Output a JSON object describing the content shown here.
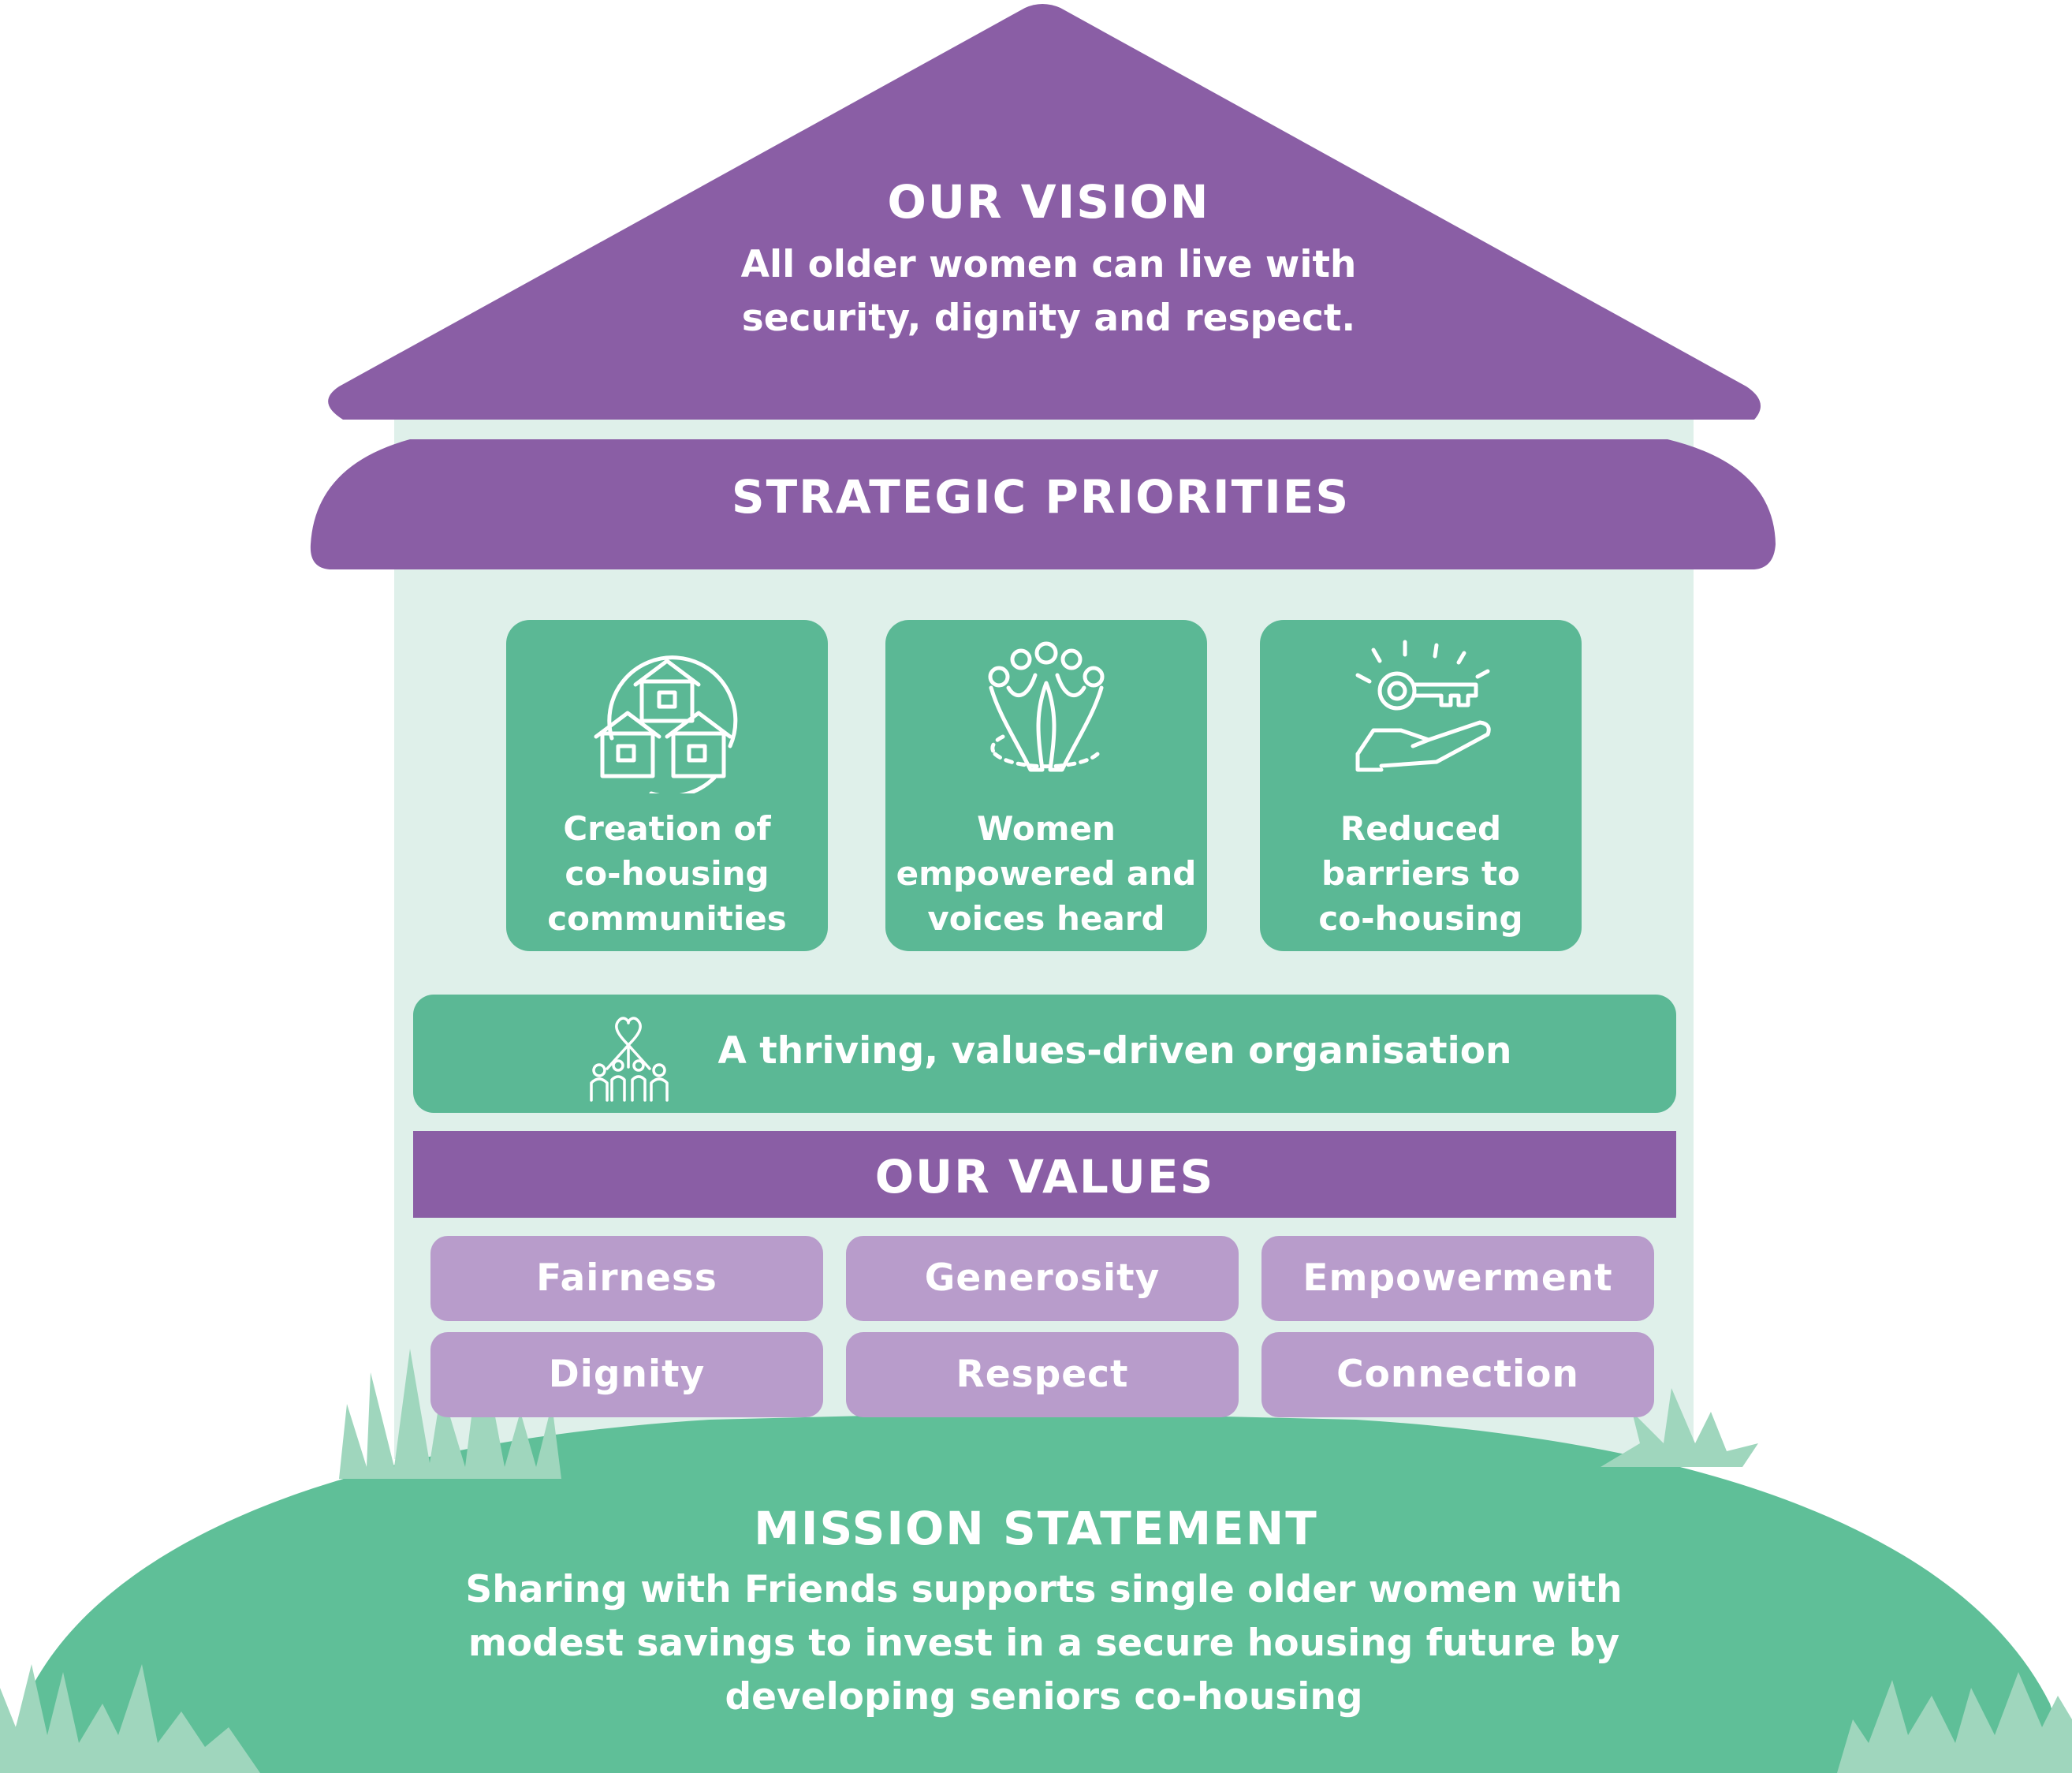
{
  "vision": {
    "title": "OUR VISION",
    "lines": [
      "All older women can live with",
      "security, dignity and respect."
    ]
  },
  "priorities": {
    "title": "STRATEGIC PRIORITIES",
    "cards": [
      {
        "icon": "co-housing-houses-icon",
        "lines": [
          "Creation of",
          "co-housing",
          "communities"
        ]
      },
      {
        "icon": "women-group-icon",
        "lines": [
          "Women",
          "empowered and",
          "voices heard"
        ]
      },
      {
        "icon": "key-in-hand-icon",
        "lines": [
          "Reduced",
          "barriers to",
          "co-housing"
        ]
      }
    ],
    "organisation": {
      "icon": "heart-people-icon",
      "text": "A thriving, values-driven organisation"
    }
  },
  "values": {
    "title": "OUR VALUES",
    "items": [
      "Fairness",
      "Generosity",
      "Empowerment",
      "Dignity",
      "Respect",
      "Connection"
    ]
  },
  "mission": {
    "title": "MISSION STATEMENT",
    "lines": [
      "Sharing with Friends supports single older women with",
      "modest savings to invest in a secure housing future by",
      "developing seniors co-housing"
    ]
  },
  "colors": {
    "purple": "#8a5ea5",
    "light_purple": "#b89ccb",
    "green": "#5bb895",
    "hill_green": "#5fbf98",
    "pale_mint": "#dff0ea",
    "grass": "#9fd6bd"
  }
}
